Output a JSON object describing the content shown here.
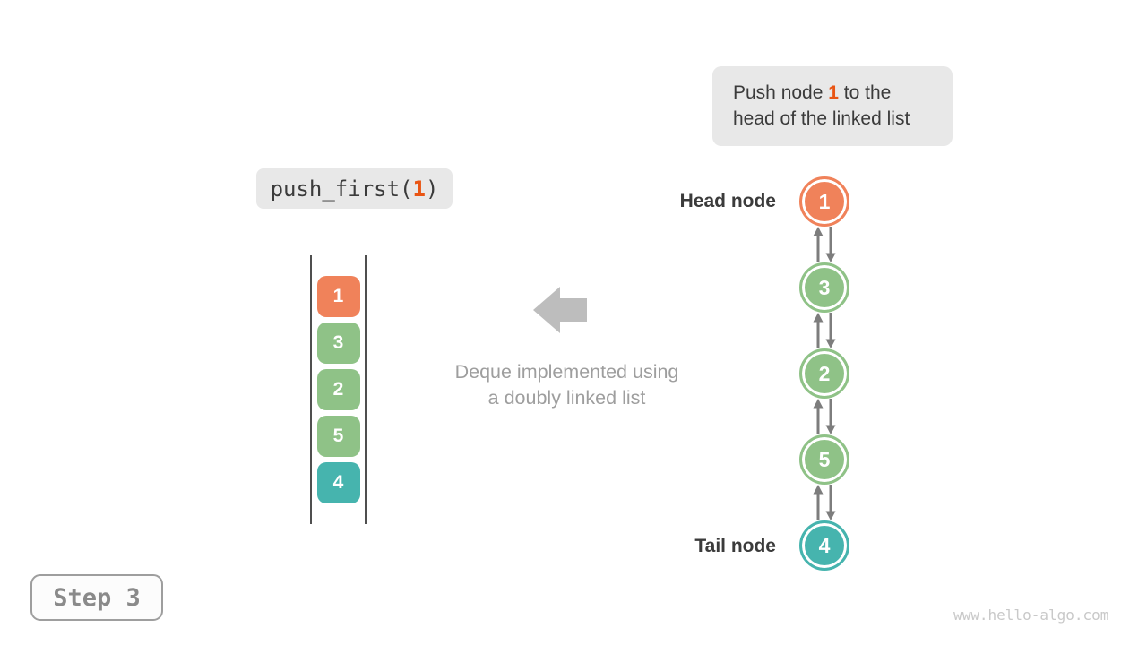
{
  "callout": {
    "line1_prefix": "Push node ",
    "line1_highlight": "1",
    "line1_suffix": " to the",
    "line2": "head of the linked list"
  },
  "code_chip": {
    "prefix": "push_first(",
    "argument": "1",
    "suffix": ")"
  },
  "caption": {
    "line1": "Deque implemented using",
    "line2": "a doubly linked list"
  },
  "labels": {
    "head": "Head node",
    "tail": "Tail node"
  },
  "stack": {
    "items": [
      {
        "value": "1",
        "color": "#F0825A"
      },
      {
        "value": "3",
        "color": "#8FC287"
      },
      {
        "value": "2",
        "color": "#8FC287"
      },
      {
        "value": "5",
        "color": "#8FC287"
      },
      {
        "value": "4",
        "color": "#46B4AE"
      }
    ]
  },
  "linked_list": {
    "nodes": [
      {
        "value": "1",
        "color": "#F0825A"
      },
      {
        "value": "3",
        "color": "#8FC287"
      },
      {
        "value": "2",
        "color": "#8FC287"
      },
      {
        "value": "5",
        "color": "#8FC287"
      },
      {
        "value": "4",
        "color": "#46B4AE"
      }
    ]
  },
  "step_badge": {
    "label": "Step 3"
  },
  "watermark": "www.hello-algo.com",
  "colors": {
    "highlight_text": "#E95514",
    "dark_text": "#3B3B3B",
    "gray_text": "#9E9E9E",
    "chip_bg": "#E8E8E8",
    "connector_gray": "#7D7D7D",
    "big_arrow_gray": "#BDBDBD",
    "stack_rail": "#4F4F4F",
    "node_orange": "#F0825A",
    "node_green": "#8FC287",
    "node_teal": "#46B4AE",
    "badge_text": "#8A8A8A",
    "watermark_gray": "#C9C9C9"
  }
}
